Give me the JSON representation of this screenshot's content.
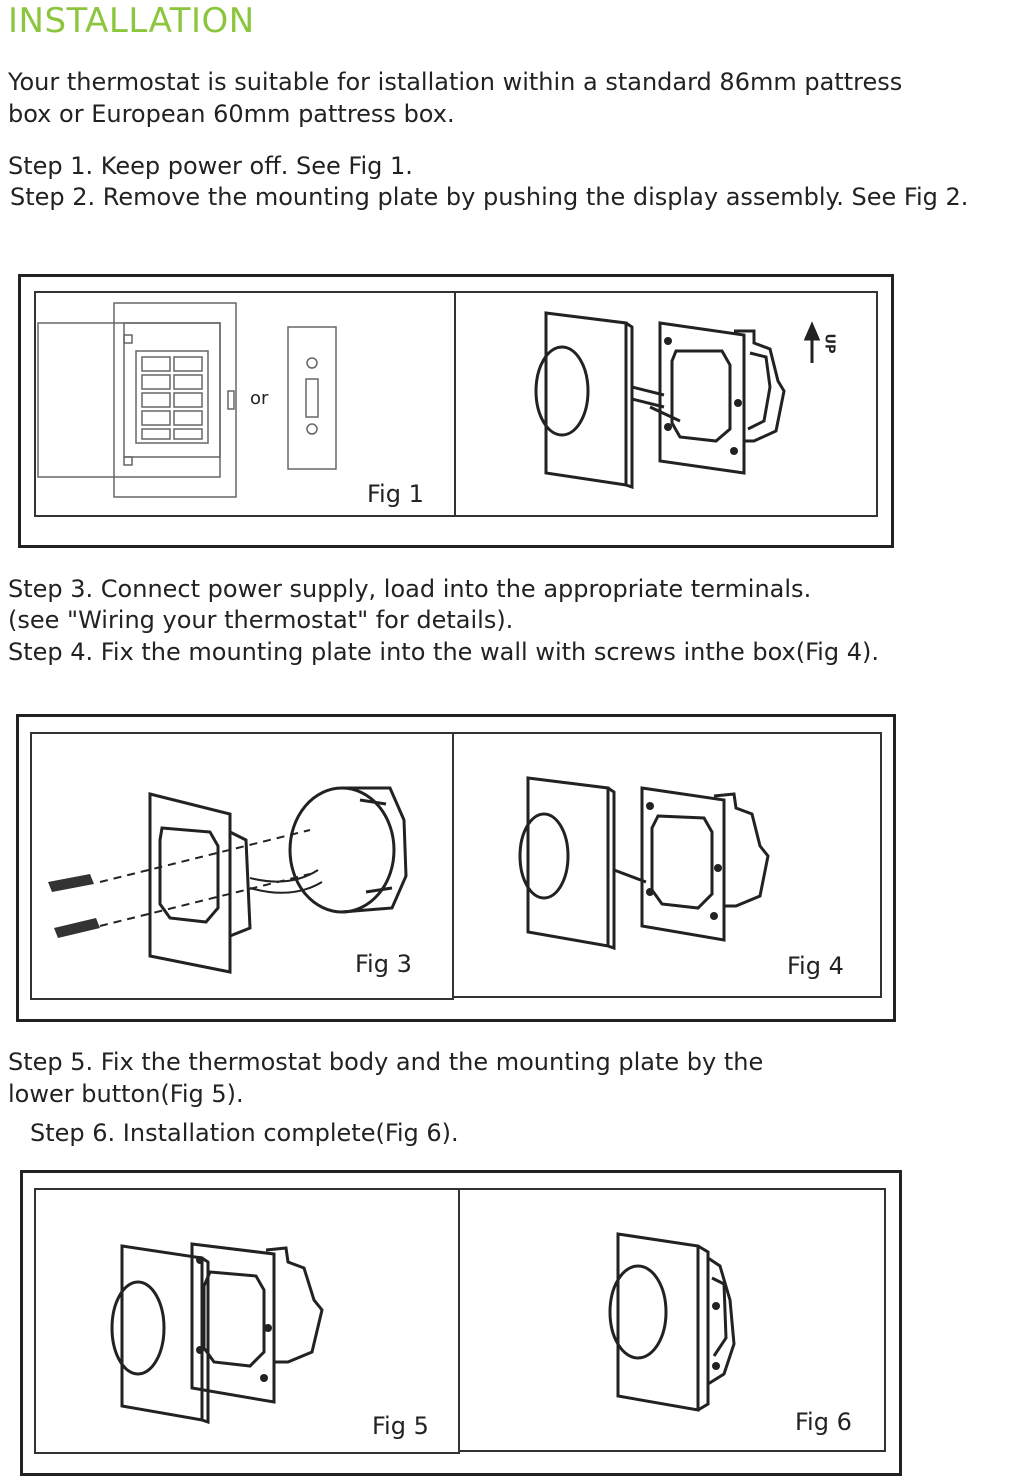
{
  "title": "INSTALLATION",
  "intro": [
    "Your thermostat is suitable for istallation within a standard 86mm pattress",
    "box or European 60mm pattress box."
  ],
  "steps_a": [
    "Step 1. Keep power off. See Fig 1.",
    "Step 2. Remove the mounting plate by pushing the display assembly. See Fig 2."
  ],
  "steps_b": [
    "Step 3. Connect power supply, load into the appropriate terminals.",
    "(see \"Wiring your thermostat\" for details).",
    "Step 4. Fix the mounting plate into the wall with screws inthe box(Fig 4)."
  ],
  "steps_c": [
    "Step 5. Fix the thermostat body and the mounting plate by the",
    "lower button(Fig 5).",
    "Step 6. Installation complete(Fig 6)."
  ],
  "figures": {
    "or_label": "or",
    "up_label": "UP",
    "fig1": "Fig 1",
    "fig3": "Fig 3",
    "fig4": "Fig 4",
    "fig5": "Fig 5",
    "fig6": "Fig 6"
  },
  "colors": {
    "title": "#8cc63f",
    "text": "#222222",
    "line": "#333333"
  }
}
